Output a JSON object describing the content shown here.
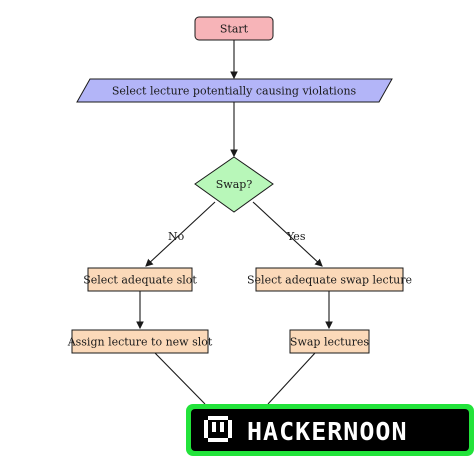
{
  "flowchart": {
    "start": "Start",
    "select_lecture": "Select lecture potentially causing violations",
    "decision": "Swap?",
    "edge_no": "No",
    "edge_yes": "Yes",
    "select_slot": "Select adequate slot",
    "select_swap": "Select adequate swap lecture",
    "assign": "Assign lecture to new slot",
    "swap": "Swap lectures"
  },
  "colors": {
    "start_fill": "#f7b4b8",
    "io_fill": "#b3b5f8",
    "decision_fill": "#b8f7b9",
    "process_fill": "#fbd9b9",
    "watermark_green": "#22e33a"
  },
  "watermark": {
    "brand": "HACKERNOON"
  }
}
